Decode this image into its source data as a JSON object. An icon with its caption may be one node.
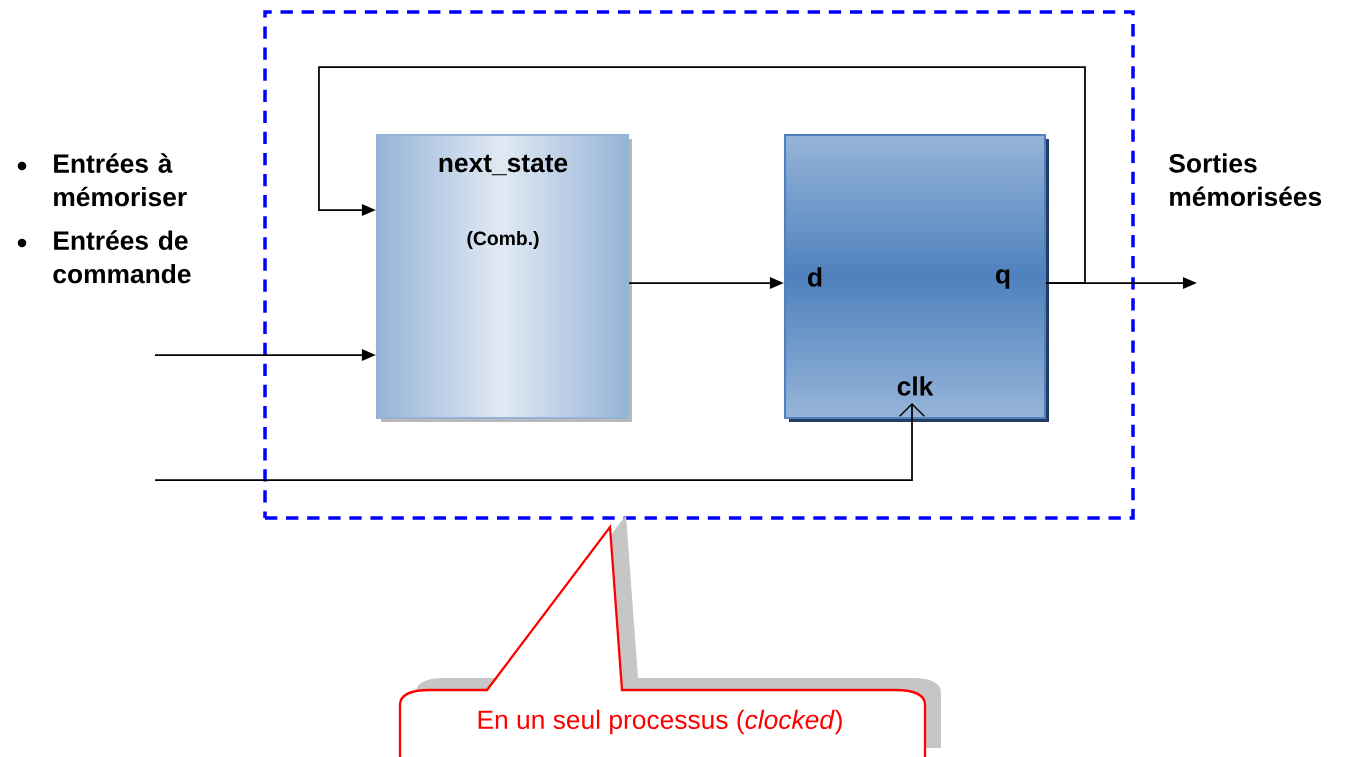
{
  "diagram": {
    "nodes": [
      {
        "text": [],
        "shape": "box"
      },
      {
        "text": [
          "next_state",
          "(Comb.)"
        ],
        "in": 0
      },
      {
        "text": [
          "d",
          "q",
          "clk"
        ],
        "in": 0
      },
      {
        "text": [
          "En un seul processus (*clocked*)"
        ]
      }
    ],
    "edges": [
      {
        "from": null,
        "to": 1,
        "arrow": "to"
      },
      {
        "from": null,
        "to": 2,
        "arrow": "to"
      },
      {
        "from": 1,
        "to": 2,
        "arrow": "to"
      },
      {
        "from": 2,
        "to": null,
        "arrow": "to"
      },
      {
        "from": 2,
        "to": 1,
        "arrow": "to"
      }
    ],
    "labels": [
      "Entrées à mémoriser",
      "Entrées de commande",
      "Sorties mémorisées"
    ]
  }
}
